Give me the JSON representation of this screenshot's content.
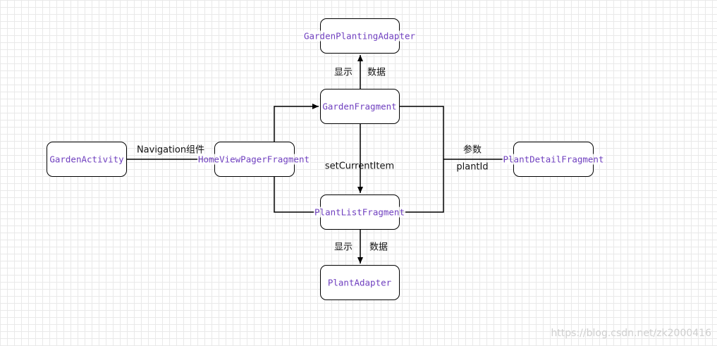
{
  "nodes": {
    "garden_activity": "GardenActivity",
    "home_view_pager_fragment": "HomeViewPagerFragment",
    "garden_fragment": "GardenFragment",
    "garden_planting_adapter": "GardenPlantingAdapter",
    "plant_list_fragment": "PlantListFragment",
    "plant_adapter": "PlantAdapter",
    "plant_detail_fragment": "PlantDetailFragment"
  },
  "edges": {
    "navigation_component": "Navigation组件",
    "garden_display": "显示",
    "garden_data": "数据",
    "set_current_item": "setCurrentItem",
    "plant_display": "显示",
    "plant_data": "数据",
    "params": "参数",
    "plant_id": "plantId"
  },
  "colors": {
    "node_text": "#6f3fbf",
    "line": "#000000",
    "grid": "#e9e9e9"
  },
  "watermark": "https://blog.csdn.net/zk2000416"
}
